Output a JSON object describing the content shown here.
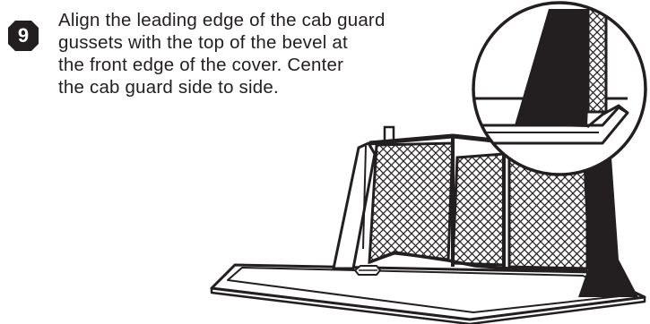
{
  "step": {
    "number": "9",
    "badge_color": "#231f20",
    "lines": [
      "Align the leading edge of the cab guard",
      "gussets with the top of the bevel at",
      "the front edge of the cover. Center",
      "the cab guard side to side."
    ]
  },
  "illustration": {
    "subject": "cab-guard-on-tonneau-cover",
    "detail_callout": "gusset-bevel-alignment-closeup",
    "line_color": "#231f20"
  }
}
